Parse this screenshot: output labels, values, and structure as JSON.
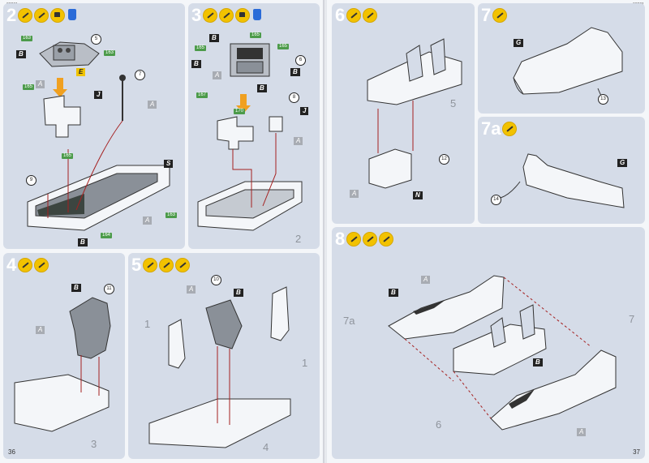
{
  "page": {
    "code_left": "03801",
    "code_right": "03801",
    "left_number": "36",
    "right_number": "37"
  },
  "steps": {
    "s2": {
      "number": "2"
    },
    "s3": {
      "number": "3"
    },
    "s4": {
      "number": "4"
    },
    "s5": {
      "number": "5"
    },
    "s6": {
      "number": "6"
    },
    "s7": {
      "number": "7"
    },
    "s7a": {
      "number": "7a"
    },
    "s8": {
      "number": "8"
    }
  },
  "icons": {
    "glue": "glue-icon",
    "paint": "paint-icon",
    "fit": "house-icon",
    "paint_bottle": "paint-bottle-icon"
  },
  "labels": {
    "B": "B",
    "A": "A",
    "E": "E",
    "J": "J",
    "S": "S",
    "G": "G",
    "N": "N"
  },
  "colors": [
    {
      "code": "163",
      "text": "163"
    },
    {
      "code": "165",
      "text": "165"
    },
    {
      "code": "170",
      "text": "170"
    },
    {
      "code": "164",
      "text": "164"
    },
    {
      "code": "167",
      "text": "167"
    },
    {
      "code": "166",
      "text": "166"
    }
  ],
  "parts": {
    "p5": "5",
    "p7": "7",
    "p8": "8",
    "p9": "9",
    "p6": "6",
    "p10": "10",
    "p11": "11",
    "p12": "12",
    "p13": "13",
    "p14": "14"
  },
  "ref_numbers": {
    "r2": "2",
    "r3": "3",
    "r4": "4",
    "r1a": "1",
    "r1b": "1",
    "r5": "5",
    "r6": "6",
    "r7": "7",
    "r7a": "7a"
  }
}
